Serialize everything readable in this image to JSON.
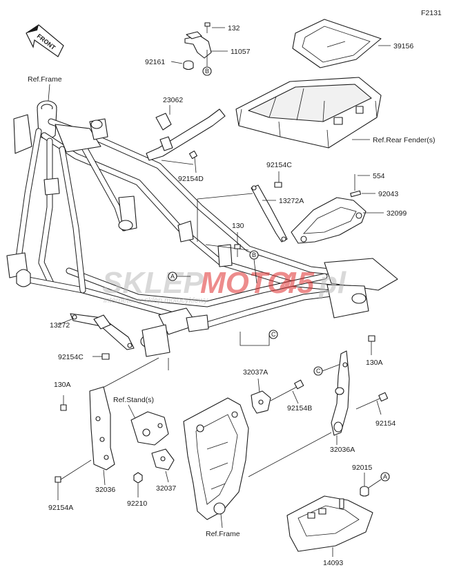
{
  "figure_code": "F2131",
  "front_arrow_text": "FRONT",
  "watermark": {
    "brand_part1": "SKLEP",
    "brand_part2": "MOTO",
    "brand_part3": "45",
    "brand_suffix": "pl",
    "tagline": "internetowy sklep motocyklowy",
    "brand_color": "#e03030",
    "grey_color": "#bbbbbb"
  },
  "labels": {
    "l132": "132",
    "l11057": "11057",
    "l92161": "92161",
    "l39156": "39156",
    "ref_frame_top": "Ref.Frame",
    "l23062": "23062",
    "ref_rear_fender": "Ref.Rear Fender(s)",
    "l92154D": "92154D",
    "l92154C_top": "92154C",
    "l554": "554",
    "l13272A": "13272A",
    "l92043": "92043",
    "l32099": "32099",
    "l130": "130",
    "l13272": "13272",
    "l92154C_left": "92154C",
    "l130A_left": "130A",
    "l130A_right": "130A",
    "l32037A": "32037A",
    "ref_stand": "Ref.Stand(s)",
    "l92154B": "92154B",
    "l92154": "92154",
    "l32036A": "32036A",
    "l32036": "32036",
    "l92210": "92210",
    "l32037": "32037",
    "l92015": "92015",
    "l92154A": "92154A",
    "ref_frame_bottom": "Ref.Frame",
    "l14093": "14093"
  },
  "callouts": {
    "A": "A",
    "B": "B",
    "C": "C"
  }
}
